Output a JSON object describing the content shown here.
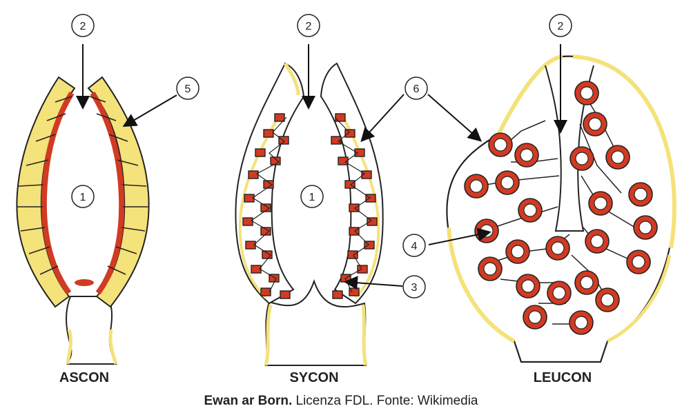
{
  "figure": {
    "labels": {
      "ascon": "ASCON",
      "sycon": "SYCON",
      "leucon": "LEUCON"
    },
    "markers": {
      "m1a": "1",
      "m1b": "1",
      "m2a": "2",
      "m2b": "2",
      "m2c": "2",
      "m3": "3",
      "m4": "4",
      "m5": "5",
      "m6": "6"
    },
    "caption": {
      "author": "Ewan ar Born.",
      "text": " Licenza FDL. Fonte: Wikimedia"
    }
  },
  "colors": {
    "outline": "#222222",
    "red": "#d23a22",
    "yellow": "#f4e27a",
    "canal": "#cfd6dc"
  }
}
